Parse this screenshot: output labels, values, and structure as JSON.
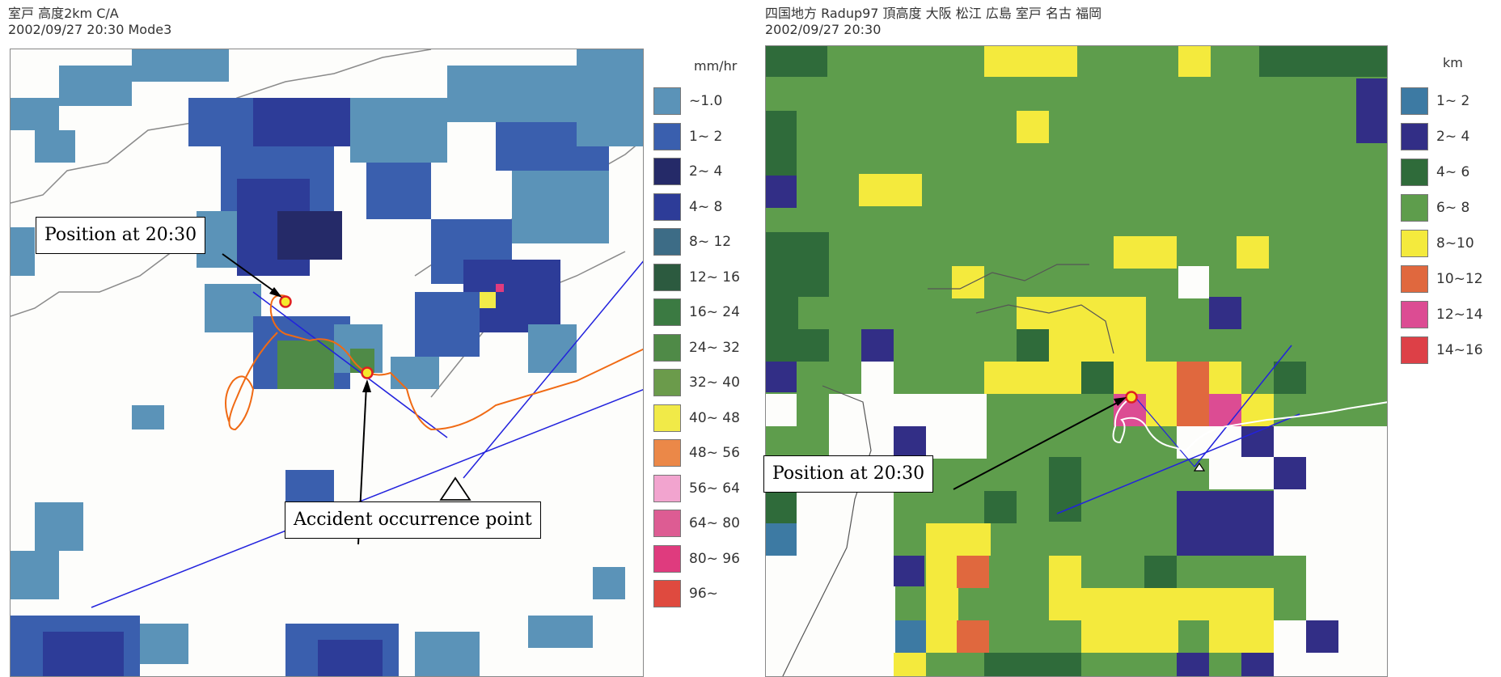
{
  "left": {
    "header_line1": "室戸 高度2km C/A",
    "header_line2": "2002/09/27 20:30 Mode3",
    "legend_unit": "mm/hr",
    "legend": [
      {
        "label": "~1.0",
        "color": "#5b93b8"
      },
      {
        "label": "1~ 2",
        "color": "#3a5fae"
      },
      {
        "label": "2~ 4",
        "color": "#252a68"
      },
      {
        "label": "4~ 8",
        "color": "#2d3c98"
      },
      {
        "label": "8~ 12",
        "color": "#3d6c86"
      },
      {
        "label": "12~ 16",
        "color": "#2c5a3f"
      },
      {
        "label": "16~ 24",
        "color": "#3b7a42"
      },
      {
        "label": "24~ 32",
        "color": "#4f8a47"
      },
      {
        "label": "32~ 40",
        "color": "#6b9b4b"
      },
      {
        "label": "40~ 48",
        "color": "#f1ea48"
      },
      {
        "label": "48~ 56",
        "color": "#eb8848"
      },
      {
        "label": "56~ 64",
        "color": "#f2a4cf"
      },
      {
        "label": "64~ 80",
        "color": "#dd5c93"
      },
      {
        "label": "80~ 96",
        "color": "#df3b7e"
      },
      {
        "label": "96~",
        "color": "#df4a3f"
      }
    ],
    "callout_position": "Position at 20:30",
    "callout_accident": "Accident occurrence point",
    "track_color": "#f06a14",
    "route_color": "#2222dd"
  },
  "right": {
    "header_line1": "四国地方 Radup97 頂高度 大阪 松江 広島 室戸 名古 福岡",
    "header_line2": "2002/09/27 20:30",
    "legend_unit": "km",
    "legend": [
      {
        "label": "1~ 2",
        "color": "#3d7aa3"
      },
      {
        "label": "2~ 4",
        "color": "#322e86"
      },
      {
        "label": "4~ 6",
        "color": "#2f6b3a"
      },
      {
        "label": "6~ 8",
        "color": "#5e9d4c"
      },
      {
        "label": "8~10",
        "color": "#f4ea3d"
      },
      {
        "label": "10~12",
        "color": "#e0683e"
      },
      {
        "label": "12~14",
        "color": "#dc4c93"
      },
      {
        "label": "14~16",
        "color": "#dd4047"
      }
    ],
    "callout_position": "Position at 20:30",
    "track_color": "#ffffff",
    "route_color": "#2222dd"
  }
}
